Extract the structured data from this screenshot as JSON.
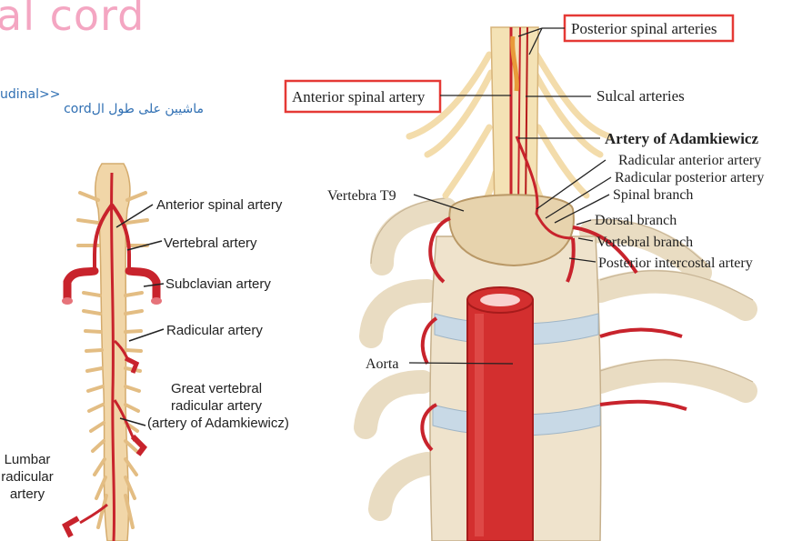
{
  "heading": {
    "title": "al cord",
    "subtitle_line1": "udinal>>",
    "subtitle_line2": "ماشيين على طول الcord"
  },
  "left_diagram": {
    "labels": {
      "anterior_spinal_artery": "Anterior spinal artery",
      "vertebral_artery": "Vertebral artery",
      "subclavian_artery": "Subclavian artery",
      "radicular_artery": "Radicular artery",
      "great_vertebral_l1": "Great vertebral",
      "great_vertebral_l2": "radicular artery",
      "great_vertebral_l3": "(artery of Adamkiewicz)",
      "lumbar_l1": "Lumbar",
      "lumbar_l2": "radicular",
      "lumbar_l3": "artery"
    }
  },
  "right_diagram": {
    "labels": {
      "posterior_spinal_arteries": "Posterior spinal arteries",
      "anterior_spinal_artery": "Anterior spinal artery",
      "sulcal_arteries": "Sulcal arteries",
      "artery_of_adamkiewicz": "Artery of Adamkiewicz",
      "radicular_anterior_artery": "Radicular anterior artery",
      "radicular_posterior_artery": "Radicular posterior artery",
      "spinal_branch": "Spinal branch",
      "dorsal_branch": "Dorsal branch",
      "vertebral_branch": "Vertebral branch",
      "posterior_intercostal_artery": "Posterior intercostal artery",
      "vertebra_t9": "Vertebra T9",
      "aorta": "Aorta"
    },
    "highlight_color": "#e53935"
  },
  "colors": {
    "title": "#f4a6c2",
    "subtitle": "#2f6fb3",
    "artery_red": "#c8232c",
    "nerve_tan": "#e8c99a",
    "bone": "#efe3cc"
  }
}
